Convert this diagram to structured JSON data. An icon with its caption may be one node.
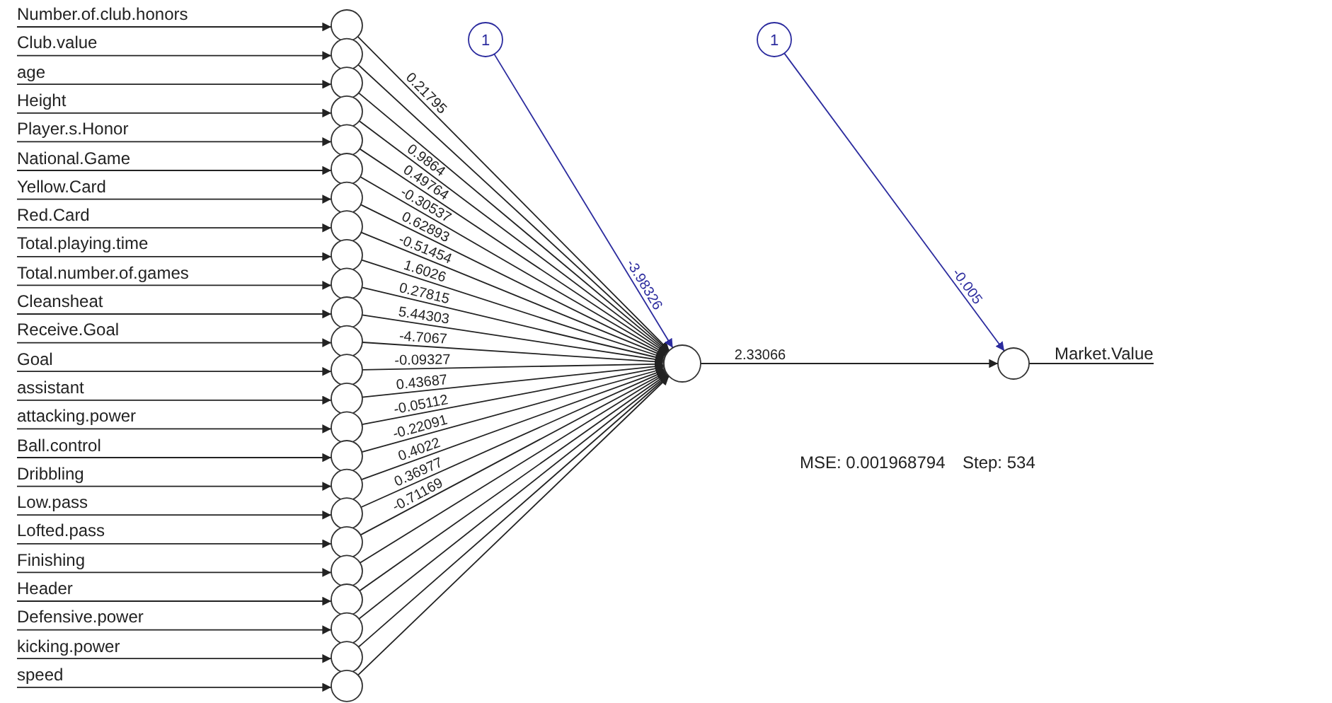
{
  "diagram": {
    "nodes": [
      {
        "text": [
          "Number.of.club.honors"
        ]
      },
      {
        "text": [
          "Club.value"
        ]
      },
      {
        "text": [
          "age"
        ]
      },
      {
        "text": [
          "Height"
        ]
      },
      {
        "text": [
          "Player.s.Honor"
        ]
      },
      {
        "text": [
          "National.Game"
        ]
      },
      {
        "text": [
          "Yellow.Card"
        ]
      },
      {
        "text": [
          "Red.Card"
        ]
      },
      {
        "text": [
          "Total.playing.time"
        ]
      },
      {
        "text": [
          "Total.number.of.games"
        ]
      },
      {
        "text": [
          "Cleansheat"
        ]
      },
      {
        "text": [
          "Receive.Goal"
        ]
      },
      {
        "text": [
          "Goal"
        ]
      },
      {
        "text": [
          "assistant"
        ]
      },
      {
        "text": [
          "attacking.power"
        ]
      },
      {
        "text": [
          "Ball.control"
        ]
      },
      {
        "text": [
          "Dribbling"
        ]
      },
      {
        "text": [
          "Low.pass"
        ]
      },
      {
        "text": [
          "Lofted.pass"
        ]
      },
      {
        "text": [
          "Finishing"
        ]
      },
      {
        "text": [
          "Header"
        ]
      },
      {
        "text": [
          "Defensive.power"
        ]
      },
      {
        "text": [
          "kicking.power"
        ]
      },
      {
        "text": [
          "speed"
        ]
      },
      {
        "text": [],
        "shape": "circle"
      },
      {
        "text": [],
        "shape": "circle"
      },
      {
        "text": [],
        "shape": "circle"
      },
      {
        "text": [],
        "shape": "circle"
      },
      {
        "text": [],
        "shape": "circle"
      },
      {
        "text": [],
        "shape": "circle"
      },
      {
        "text": [],
        "shape": "circle"
      },
      {
        "text": [],
        "shape": "circle"
      },
      {
        "text": [],
        "shape": "circle"
      },
      {
        "text": [],
        "shape": "circle"
      },
      {
        "text": [],
        "shape": "circle"
      },
      {
        "text": [],
        "shape": "circle"
      },
      {
        "text": [],
        "shape": "circle"
      },
      {
        "text": [],
        "shape": "circle"
      },
      {
        "text": [],
        "shape": "circle"
      },
      {
        "text": [],
        "shape": "circle"
      },
      {
        "text": [],
        "shape": "circle"
      },
      {
        "text": [],
        "shape": "circle"
      },
      {
        "text": [],
        "shape": "circle"
      },
      {
        "text": [],
        "shape": "circle"
      },
      {
        "text": [],
        "shape": "circle"
      },
      {
        "text": [],
        "shape": "circle"
      },
      {
        "text": [],
        "shape": "circle"
      },
      {
        "text": [],
        "shape": "circle"
      },
      {
        "text": [
          "1"
        ]
      },
      {
        "text": [],
        "shape": "circle"
      },
      {
        "text": [
          "1"
        ]
      },
      {
        "text": [],
        "shape": "circle"
      },
      {
        "text": [
          "Market.Value"
        ]
      }
    ],
    "edges": [
      {
        "from": 0,
        "to": 24,
        "arrow": "to"
      },
      {
        "from": 1,
        "to": 25,
        "arrow": "to"
      },
      {
        "from": 2,
        "to": 26,
        "arrow": "to"
      },
      {
        "from": 3,
        "to": 27,
        "arrow": "to"
      },
      {
        "from": 4,
        "to": 28,
        "arrow": "to"
      },
      {
        "from": 5,
        "to": 29,
        "arrow": "to"
      },
      {
        "from": 6,
        "to": 30,
        "arrow": "to"
      },
      {
        "from": 7,
        "to": 31,
        "arrow": "to"
      },
      {
        "from": 8,
        "to": 32,
        "arrow": "to"
      },
      {
        "from": 9,
        "to": 33,
        "arrow": "to"
      },
      {
        "from": 10,
        "to": 34,
        "arrow": "to"
      },
      {
        "from": 11,
        "to": 35,
        "arrow": "to"
      },
      {
        "from": 12,
        "to": 36,
        "arrow": "to"
      },
      {
        "from": 13,
        "to": 37,
        "arrow": "to"
      },
      {
        "from": 14,
        "to": 38,
        "arrow": "to"
      },
      {
        "from": 15,
        "to": 39,
        "arrow": "to"
      },
      {
        "from": 16,
        "to": 40,
        "arrow": "to"
      },
      {
        "from": 17,
        "to": 41,
        "arrow": "to"
      },
      {
        "from": 18,
        "to": 42,
        "arrow": "to"
      },
      {
        "from": 19,
        "to": 43,
        "arrow": "to"
      },
      {
        "from": 20,
        "to": 44,
        "arrow": "to"
      },
      {
        "from": 21,
        "to": 45,
        "arrow": "to"
      },
      {
        "from": 22,
        "to": 46,
        "arrow": "to"
      },
      {
        "from": 23,
        "to": 47,
        "arrow": "to"
      },
      {
        "from": 24,
        "to": 49,
        "arrow": "to",
        "label": "0.21795"
      },
      {
        "from": 25,
        "to": 49,
        "arrow": "to"
      },
      {
        "from": 26,
        "to": 49,
        "arrow": "to"
      },
      {
        "from": 27,
        "to": 49,
        "arrow": "to",
        "label": "0.9864"
      },
      {
        "from": 28,
        "to": 49,
        "arrow": "to",
        "label": "0.49764"
      },
      {
        "from": 29,
        "to": 49,
        "arrow": "to",
        "label": "-0.30537"
      },
      {
        "from": 30,
        "to": 49,
        "arrow": "to",
        "label": "0.62893"
      },
      {
        "from": 31,
        "to": 49,
        "arrow": "to",
        "label": "-0.51454"
      },
      {
        "from": 32,
        "to": 49,
        "arrow": "to",
        "label": "1.6026"
      },
      {
        "from": 33,
        "to": 49,
        "arrow": "to",
        "label": "0.27815"
      },
      {
        "from": 34,
        "to": 49,
        "arrow": "to",
        "label": "5.44303"
      },
      {
        "from": 35,
        "to": 49,
        "arrow": "to",
        "label": "-4.7067"
      },
      {
        "from": 36,
        "to": 49,
        "arrow": "to",
        "label": "-0.09327"
      },
      {
        "from": 37,
        "to": 49,
        "arrow": "to",
        "label": "0.43687"
      },
      {
        "from": 38,
        "to": 49,
        "arrow": "to",
        "label": "-0.05112"
      },
      {
        "from": 39,
        "to": 49,
        "arrow": "to",
        "label": "-0.22091"
      },
      {
        "from": 40,
        "to": 49,
        "arrow": "to",
        "label": "0.4022"
      },
      {
        "from": 41,
        "to": 49,
        "arrow": "to",
        "label": "0.36977"
      },
      {
        "from": 42,
        "to": 49,
        "arrow": "to",
        "label": "-0.71169"
      },
      {
        "from": 43,
        "to": 49,
        "arrow": "to"
      },
      {
        "from": 44,
        "to": 49,
        "arrow": "to"
      },
      {
        "from": 45,
        "to": 49,
        "arrow": "to"
      },
      {
        "from": 46,
        "to": 49,
        "arrow": "to"
      },
      {
        "from": 47,
        "to": 49,
        "arrow": "to"
      },
      {
        "from": 48,
        "to": 49,
        "arrow": "to",
        "label": "-3.98326",
        "color": "#2b2b9e"
      },
      {
        "from": 49,
        "to": 51,
        "arrow": "to",
        "label": "2.33066"
      },
      {
        "from": 50,
        "to": 51,
        "arrow": "to",
        "label": "-0.005",
        "color": "#2b2b9e"
      },
      {
        "from": 51,
        "to": 52,
        "arrow": "none"
      }
    ],
    "labels": [
      "MSE: 0.001968794",
      "Step: 534"
    ]
  }
}
